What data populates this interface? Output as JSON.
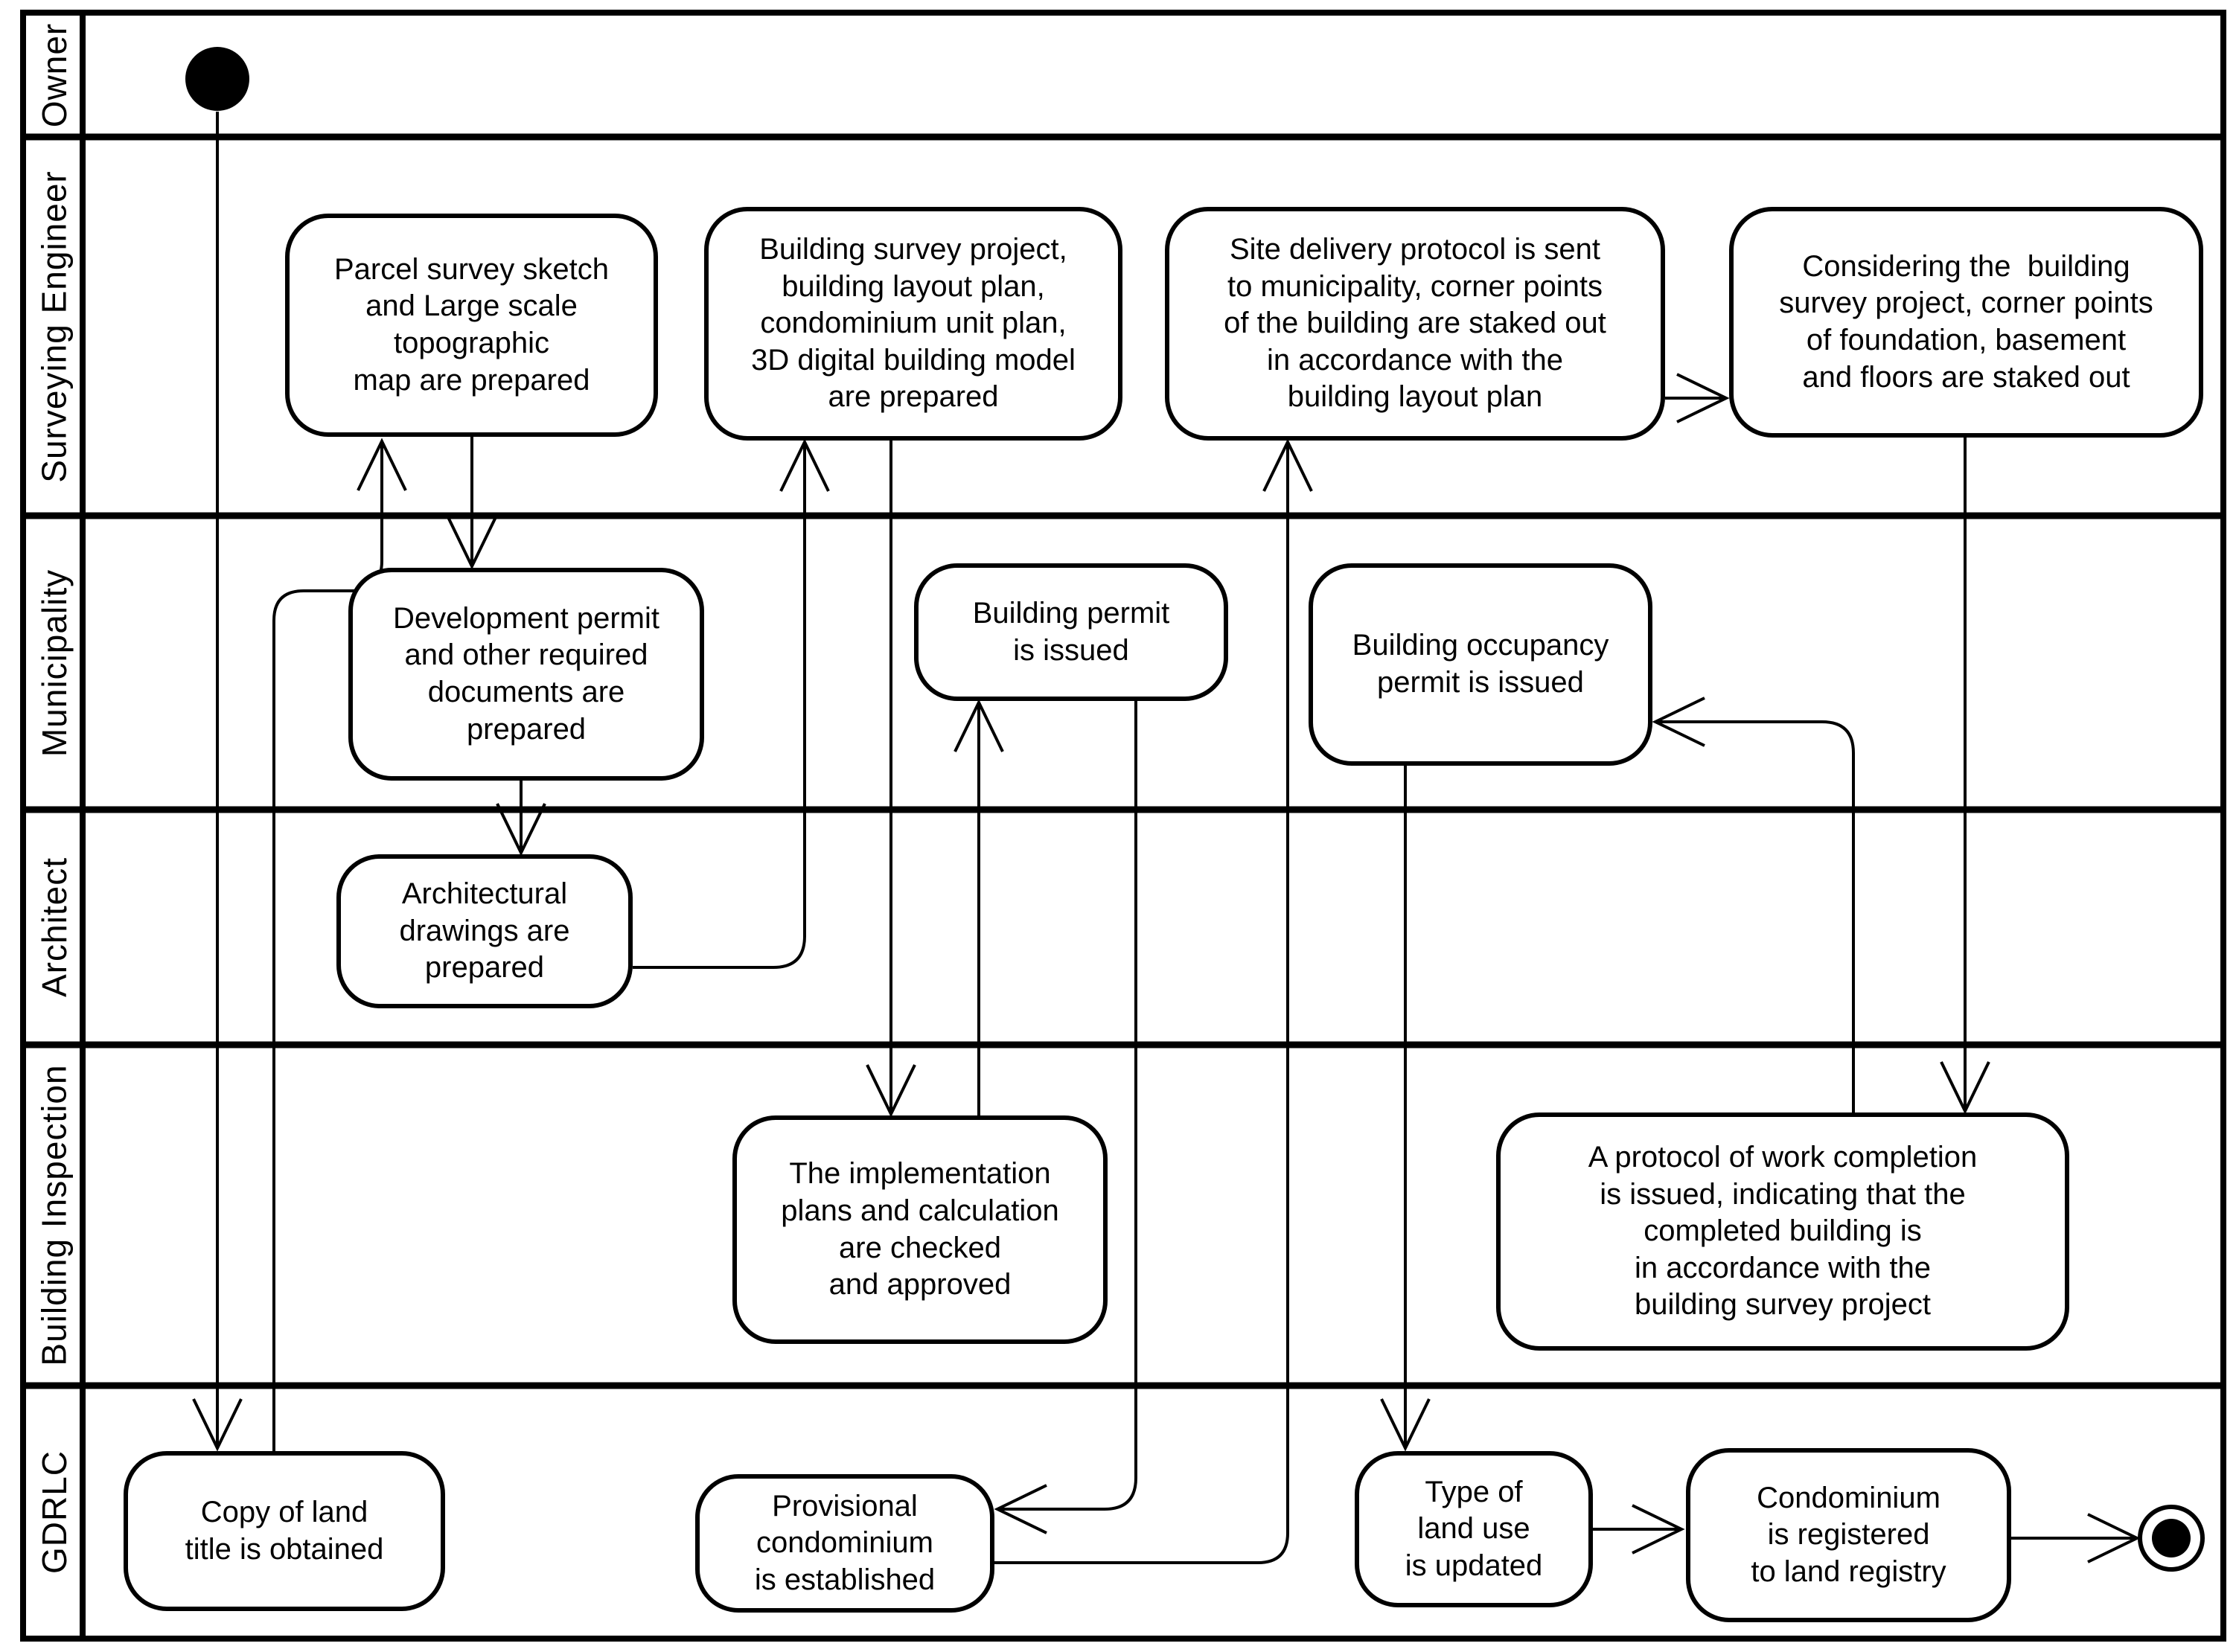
{
  "diagram": {
    "type": "uml-activity-swimlane-diagram",
    "colors": {
      "stroke": "#000000",
      "fill": "#ffffff",
      "background": "#ffffff"
    },
    "lanes": [
      {
        "id": "owner",
        "label": "Owner"
      },
      {
        "id": "surveying",
        "label": "Surveying Engineer"
      },
      {
        "id": "municipality",
        "label": "Municipality"
      },
      {
        "id": "architect",
        "label": "Architect"
      },
      {
        "id": "inspection",
        "label": "Building Inspection"
      },
      {
        "id": "gdrlc",
        "label": "GDRLC"
      }
    ],
    "nodes": [
      {
        "id": "start",
        "lane": "owner",
        "kind": "initial",
        "label": ""
      },
      {
        "id": "parcel",
        "lane": "surveying",
        "kind": "action",
        "label": "Parcel survey sketch\nand Large scale\ntopographic\nmap are prepared"
      },
      {
        "id": "bsp",
        "lane": "surveying",
        "kind": "action",
        "label": "Building survey project,\nbuilding layout plan,\ncondominium unit plan,\n3D digital building model\nare prepared"
      },
      {
        "id": "sitedelivery",
        "lane": "surveying",
        "kind": "action",
        "label": "Site delivery protocol is sent\nto municipality, corner points\nof the building are staked out\nin accordance with the\nbuilding layout plan"
      },
      {
        "id": "considering",
        "lane": "surveying",
        "kind": "action",
        "label": "Considering the  building\nsurvey project, corner points\nof foundation, basement\nand floors are staked out"
      },
      {
        "id": "devpermit",
        "lane": "municipality",
        "kind": "action",
        "label": "Development permit\nand other required\ndocuments are\nprepared"
      },
      {
        "id": "bpermit",
        "lane": "municipality",
        "kind": "action",
        "label": "Building permit\nis issued"
      },
      {
        "id": "occupancy",
        "lane": "municipality",
        "kind": "action",
        "label": "Building occupancy\npermit is issued"
      },
      {
        "id": "archdraw",
        "lane": "architect",
        "kind": "action",
        "label": "Architectural\ndrawings are\nprepared"
      },
      {
        "id": "impl",
        "lane": "inspection",
        "kind": "action",
        "label": "The implementation\nplans and calculation\nare checked\nand approved"
      },
      {
        "id": "protocol",
        "lane": "inspection",
        "kind": "action",
        "label": "A protocol of work completion\nis issued, indicating that the\ncompleted building is\nin accordance with the\nbuilding survey project"
      },
      {
        "id": "copy",
        "lane": "gdrlc",
        "kind": "action",
        "label": "Copy of land\ntitle is obtained"
      },
      {
        "id": "provisional",
        "lane": "gdrlc",
        "kind": "action",
        "label": "Provisional\ncondominium\nis established"
      },
      {
        "id": "landuse",
        "lane": "gdrlc",
        "kind": "action",
        "label": "Type of\nland use\nis updated"
      },
      {
        "id": "condoreg",
        "lane": "gdrlc",
        "kind": "action",
        "label": "Condominium\nis registered\nto land registry"
      },
      {
        "id": "end",
        "lane": "gdrlc",
        "kind": "final",
        "label": ""
      }
    ],
    "edges": [
      {
        "from": "start",
        "to": "copy"
      },
      {
        "from": "copy",
        "to": "parcel"
      },
      {
        "from": "parcel",
        "to": "devpermit"
      },
      {
        "from": "devpermit",
        "to": "archdraw"
      },
      {
        "from": "archdraw",
        "to": "bsp"
      },
      {
        "from": "bsp",
        "to": "impl"
      },
      {
        "from": "impl",
        "to": "bpermit"
      },
      {
        "from": "bpermit",
        "to": "provisional"
      },
      {
        "from": "provisional",
        "to": "sitedelivery"
      },
      {
        "from": "sitedelivery",
        "to": "considering"
      },
      {
        "from": "considering",
        "to": "protocol"
      },
      {
        "from": "protocol",
        "to": "occupancy"
      },
      {
        "from": "occupancy",
        "to": "landuse"
      },
      {
        "from": "landuse",
        "to": "condoreg"
      },
      {
        "from": "condoreg",
        "to": "end"
      }
    ]
  }
}
